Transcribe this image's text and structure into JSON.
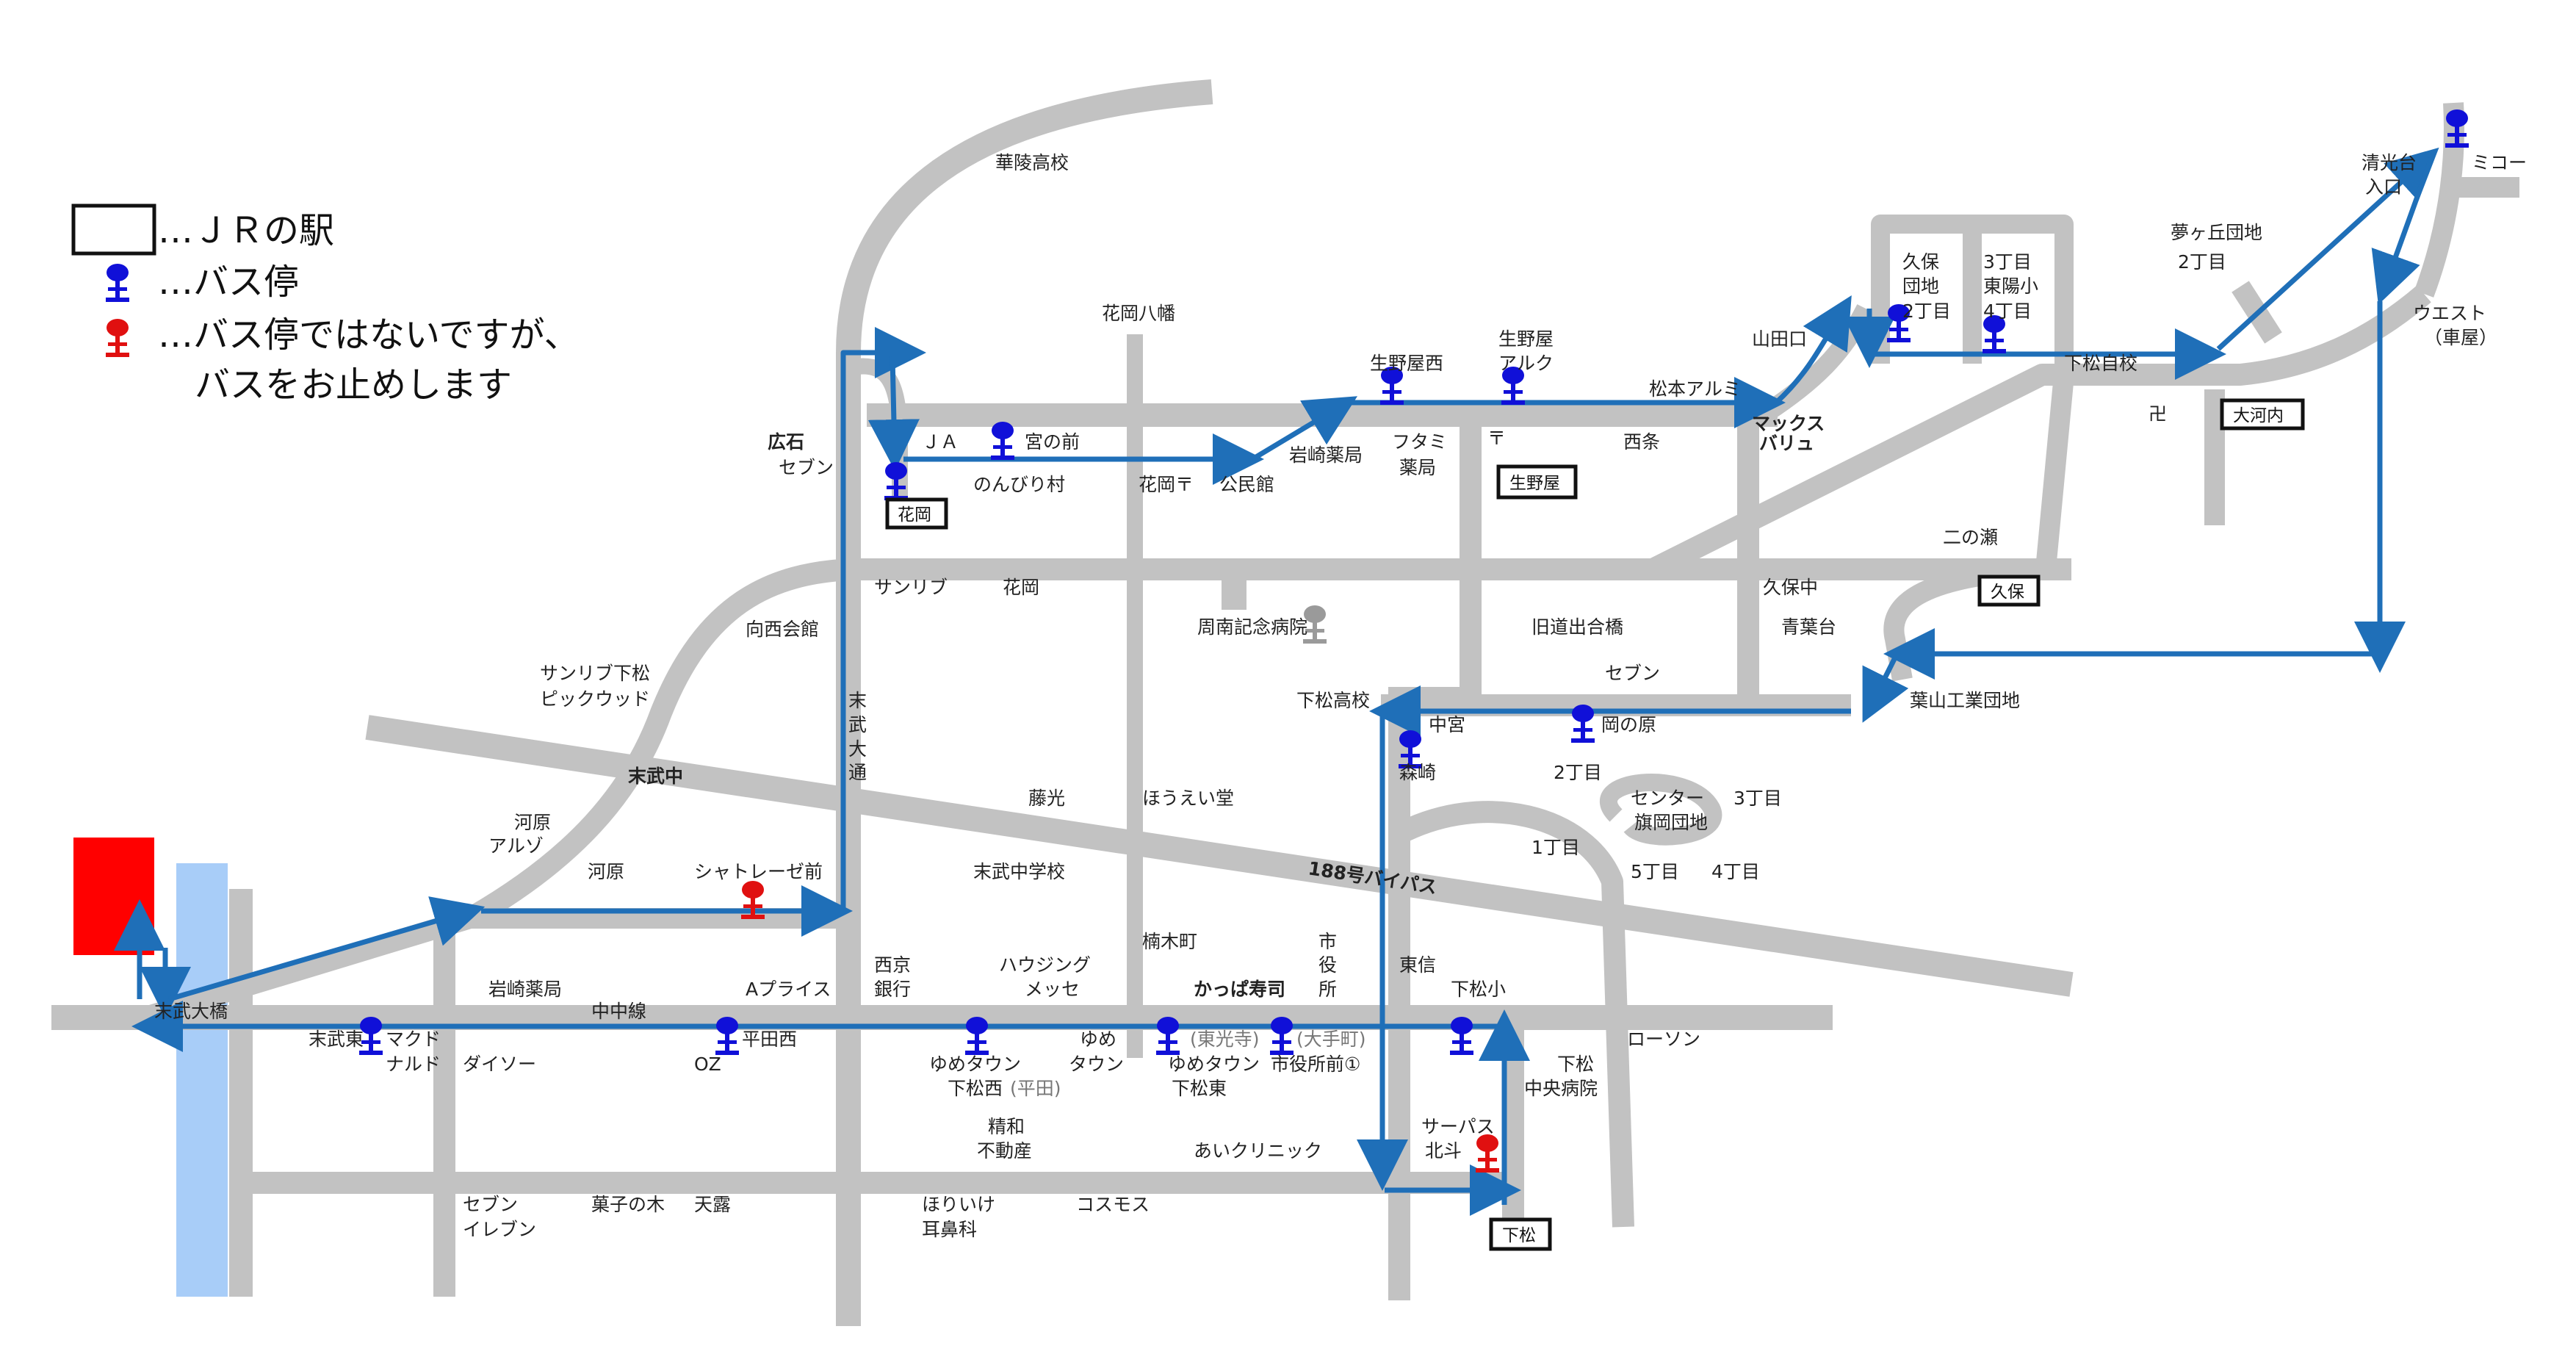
{
  "legend": {
    "station": "…ＪＲの駅",
    "bus_stop": "…バス停",
    "special_1": "…バス停ではないですが、",
    "special_2": "バスをお止めします"
  },
  "colors": {
    "road": "#c2c2c2",
    "route": "#1f6fb8",
    "bus_stop": "#1010d8",
    "special_stop": "#e01010",
    "destination": "#ff0000",
    "river": "#a8cdf8"
  },
  "stations": [
    "花岡",
    "生野屋",
    "久保",
    "大河内",
    "下松"
  ],
  "labels": {
    "kaigo": "華陵高校",
    "hanaoka_hachiman": "花岡八幡",
    "hiroishi": "広石",
    "seven_1": "セブン",
    "ja": "ＪＡ",
    "miyanomae": "宮の前",
    "nonbiri": "のんびり村",
    "hanaoka_post": "花岡〒",
    "kominkan": "公民館",
    "iwasaki_1": "岩崎薬局",
    "famima_1": "フタミ",
    "famima_2": "薬局",
    "kinoyanishi": "生野屋西",
    "kinoya_1": "生野屋",
    "kinoya_2": "アルク",
    "post_mark": "〒",
    "matsumoto": "松本アルミ",
    "nishijo": "西条",
    "yamadaguchi": "山田口",
    "maxvalu_1": "マックス",
    "maxvalu_2": "バリュ",
    "kubo_1": "久保",
    "kubo_2": "団地",
    "kubo_3": "2丁目",
    "higashiyo_1": "3丁目",
    "higashiyo_2": "東陽小",
    "higashiyo_3": "4丁目",
    "shimomatsu_jiko": "下松自校",
    "yumegaoka_1": "夢ヶ丘団地",
    "yumegaoka_2": "2丁目",
    "seikodai_1": "清光台",
    "seikodai_2": "入口",
    "mikoh": "ミコー",
    "west_1": "ウエスト",
    "west_2": "（車屋）",
    "sun_mark": "卍",
    "ninose": "二の瀬",
    "sunlive": "サンリブ",
    "hanaoka_2": "花岡",
    "mukainishi": "向西会館",
    "shunan_hosp": "周南記念病院",
    "kyudo": "旧道出合橋",
    "kubonaka": "久保中",
    "aobadai": "青葉台",
    "sunlive_shimo_1": "サンリブ下松",
    "sunlive_shimo_2": "ピックウッド",
    "sueta_dori_1": "末",
    "sueta_dori_2": "武",
    "sueta_dori_3": "大",
    "sueta_dori_4": "通",
    "shimomatsu_hs": "下松高校",
    "seven_2": "セブン",
    "hayama": "葉山工業団地",
    "nakamiya": "中宮",
    "okanohara": "岡の原",
    "morisaki": "森崎",
    "nichome": "2丁目",
    "suetakechu": "末武中",
    "center_1": "センター",
    "center_2": "旗岡団地",
    "sanchome": "3丁目",
    "kawara_1": "河原",
    "kawara_2": "アルゾ",
    "toko": "藤光",
    "hoeido": "ほうえい堂",
    "itchome": "1丁目",
    "bypass": "188号バイパス",
    "kawara_3": "河原",
    "chateraise": "シャトレーゼ前",
    "suetakechu_school": "末武中学校",
    "gochome": "5丁目",
    "yonchome": "4丁目",
    "kusunoki": "楠木町",
    "shiyakusho_1": "市",
    "shiyakusho_2": "役",
    "shiyakusho_3": "所",
    "tosin": "東信",
    "nishikyo_1": "西京",
    "nishikyo_2": "銀行",
    "housing_1": "ハウジング",
    "housing_2": "メッセ",
    "iwasaki_2": "岩崎薬局",
    "aprice": "Aプライス",
    "kappa": "かっぱ寿司",
    "shimomatsu_sho": "下松小",
    "suetake_ohashi": "末武大橋",
    "nakanaka": "中中線",
    "suetake_higashi": "末武東",
    "mac_1": "マクド",
    "mac_2": "ナルド",
    "daiso": "ダイソー",
    "hiratanishi": "平田西",
    "oz": "OZ",
    "yume_1": "ゆめタウン",
    "yume_2": "下松西",
    "yume_2b": "(平田)",
    "yume_3": "ゆめ",
    "yume_4": "タウン",
    "tokoji": "(東光寺)",
    "yume_5": "ゆめタウン",
    "yume_6": "下松東",
    "otemachi": "(大手町)",
    "shiyakushomae": "市役所前①",
    "lawson": "ローソン",
    "chuo_1": "下松",
    "chuo_2": "中央病院",
    "seiwa_1": "精和",
    "seiwa_2": "不動産",
    "ai_clinic": "あいクリニック",
    "sarpass_1": "サーパス",
    "sarpass_2": "北斗",
    "seven_3": "セブン",
    "seven_4": "イレブン",
    "kashi": "菓子の木",
    "tenro": "天露",
    "horiike_1": "ほりいけ",
    "horiike_2": "耳鼻科",
    "cosmos": "コスモス"
  }
}
